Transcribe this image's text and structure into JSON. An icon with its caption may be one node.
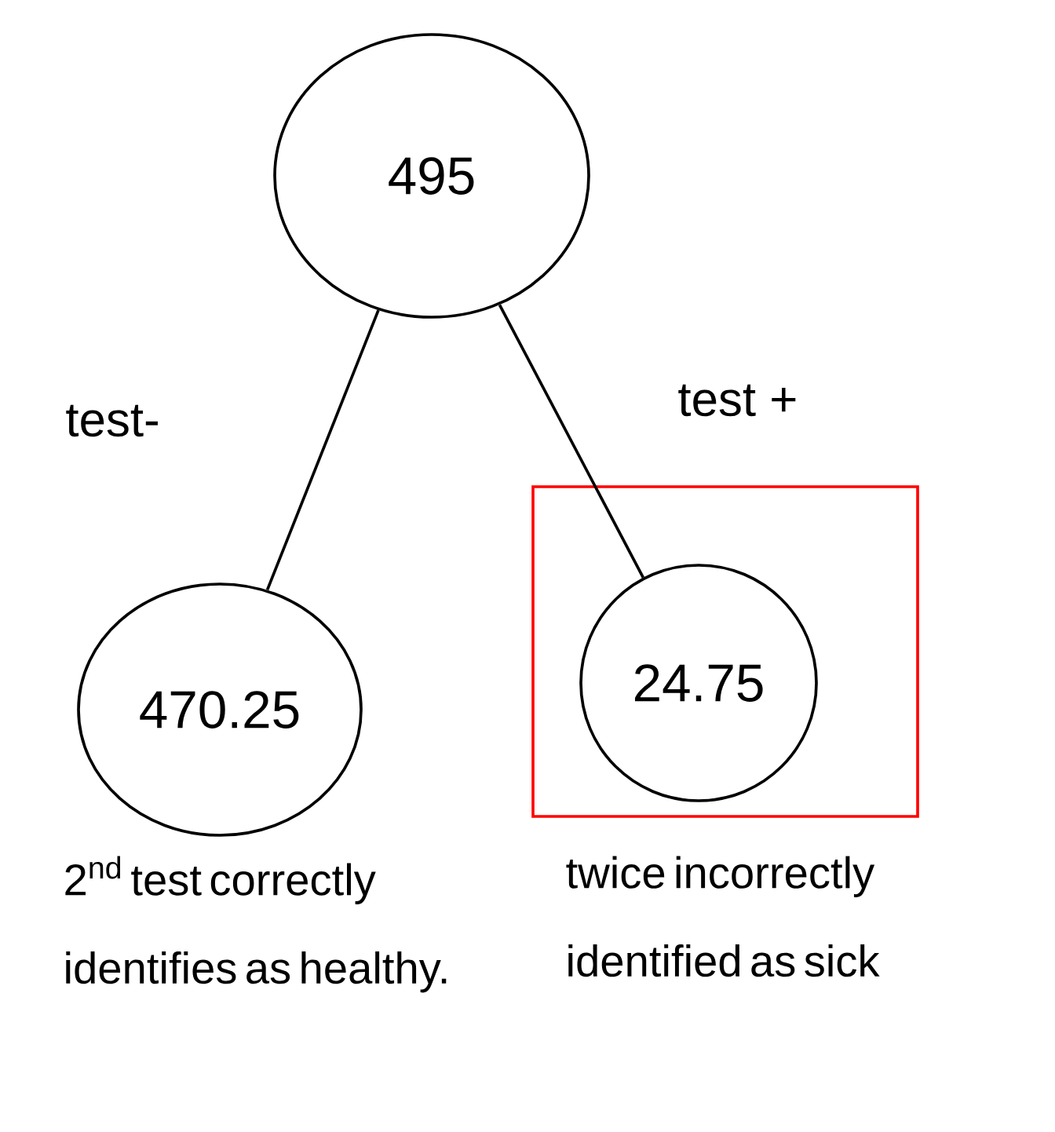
{
  "diagram": {
    "nodes": [
      {
        "text": [
          "495"
        ]
      },
      {
        "text": [
          "470.25"
        ],
        "beside": [
          "2$^{nd}$ test correctly identifies as healthy."
        ]
      },
      {
        "text": [],
        "shape": "box"
      },
      {
        "text": [
          "24.75"
        ],
        "in": 2,
        "beside": [
          "twice incorrectly identified as sick"
        ]
      }
    ],
    "edges": [
      {
        "from": 0,
        "to": 1,
        "arrow": "none",
        "label": "test-"
      },
      {
        "from": 0,
        "to": 3,
        "arrow": "none",
        "label": "test +"
      }
    ]
  }
}
